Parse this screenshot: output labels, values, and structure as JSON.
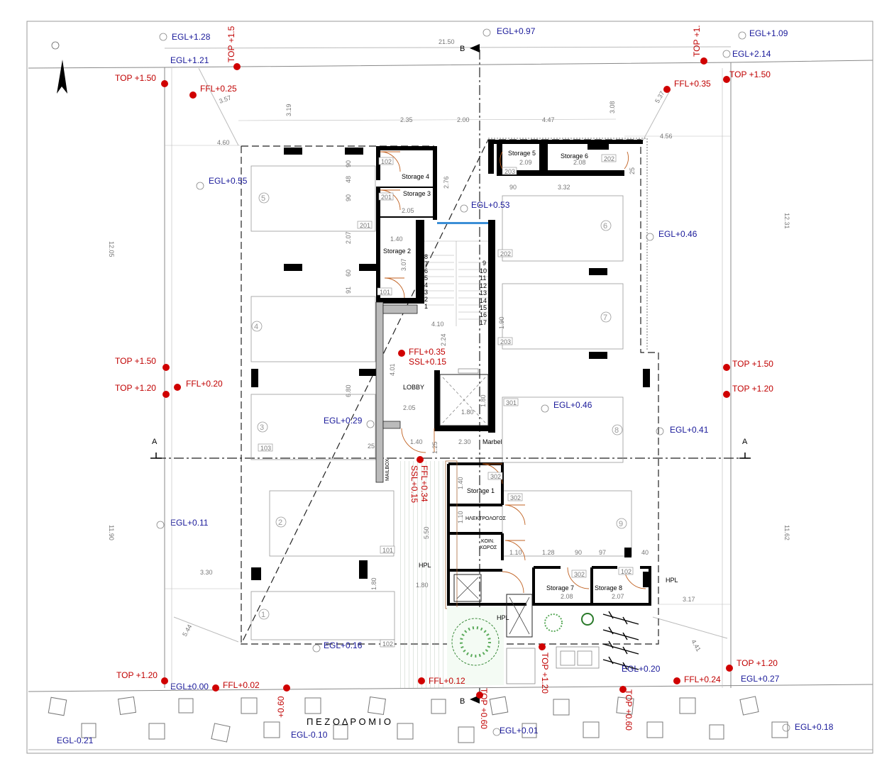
{
  "levels": {
    "egl_tl_top": "EGL+1.28",
    "egl_tl": "EGL+1.21",
    "egl_top_mid": "EGL+0.97",
    "egl_tr_top": "EGL+1.09",
    "egl_tr": "EGL+2.14",
    "egl_left_upper": "EGL+0.55",
    "egl_stair": "EGL+0.53",
    "egl_right_upper": "EGL+0.46",
    "egl_mid_left": "EGL+0.29",
    "egl_mid_right": "EGL+0.46",
    "egl_right_mid": "EGL+0.41",
    "egl_left_lower": "EGL+0.11",
    "egl_bottom_mid": "EGL+0.16",
    "egl_bottom_right": "EGL+0.20",
    "egl_corner_br": "EGL+0.27",
    "egl_bl": "EGL±0.00",
    "egl_sidewalk_l": "EGL-0.21",
    "egl_sidewalk_m": "EGL-0.10",
    "egl_sidewalk_c": "EGL+0.01",
    "egl_sidewalk_r": "EGL+0.18",
    "top_vert_tl": "TOP +1.5",
    "top_vert_tr": "TOP +1.",
    "top_tl": "TOP +1.50",
    "top_tr": "TOP +1.50",
    "top_left_1": "TOP +1.50",
    "top_left_2": "TOP +1.20",
    "top_right_1": "TOP +1.50",
    "top_right_2": "TOP +1.20",
    "top_bl": "TOP +1.20",
    "top_br": "TOP +1.20",
    "top_vert_b1": "TOP +1.20",
    "top_vert_b2": "TOP +0.60",
    "top_vert_b3": "TOP +0.60",
    "ffl_tl": "FFL+0.25",
    "ffl_tr": "FFL+0.35",
    "ffl_left": "FFL+0.20",
    "ffl_lobby": "FFL+0.35",
    "ssl_lobby": "SSL+0.15",
    "ffl_entry": "FFL+0.34",
    "ssl_entry": "SSL+0.15",
    "ffl_b1": "FFL+0.02",
    "ffl_b2": "FFL+0.12",
    "ffl_b3": "FFL+0.24",
    "vert_060": "+0.60"
  },
  "rooms": {
    "storage_1": "Storage 1",
    "storage_2": "Storage 2",
    "storage_3": "Storage 3",
    "storage_4": "Storage 4",
    "storage_5": "Storage 5",
    "storage_6": "Storage 6",
    "storage_7": "Storage 7",
    "storage_8": "Storage 8",
    "lobby": "LOBBY",
    "electrical": "ΗΛΕΚΤΡΟΛΟΓΟΣ",
    "common_1": "ΚΟΙΝ.",
    "common_2": "ΧΩΡΟΣ",
    "marble": "Marbel",
    "hpl_1": "HPL",
    "hpl_2": "HPL",
    "hpl_3": "HPL",
    "mailbox": "MAILBOX"
  },
  "section_marks": {
    "a_left": "A",
    "a_right": "A",
    "b_top": "B",
    "b_bottom": "B"
  },
  "sidewalk": "Π Ε Ζ Ο Δ Ρ Ο Μ Ι Ο",
  "dimensions": {
    "d1": "21.50",
    "d2": "2.35",
    "d3": "2.00",
    "d4": "4.47",
    "d5": "4.60",
    "d6": "4.56",
    "d7": "3.19",
    "d8": "3.57",
    "d9": "3.08",
    "d10": "5.37",
    "d11": "12.05",
    "d12": "12.31",
    "d13": "11.90",
    "d14": "11.62",
    "d15": "3.30",
    "d16": "3.17",
    "d17": "5.44",
    "d18": "4.41",
    "d19": "3.32",
    "d20": "1.40",
    "d21": "2.05",
    "d22": "4.10",
    "d23": "2.05",
    "d24": "1.40",
    "d25": "2.30",
    "d26": "1.80",
    "d27": "1.80",
    "d28": "1.25",
    "d29": "5.50",
    "d30": "1.28",
    "d31": "90",
    "d32": "97",
    "d33": "40",
    "d34": "2.76",
    "d35": "2.07",
    "d36": "3.07",
    "d37": "2.24",
    "d38": "4.01",
    "d39": "6.80",
    "d40": "1.90",
    "d41": "1.10",
    "d42": "1.40",
    "d43": "1.10",
    "d44": "2.08",
    "d45": "2.07",
    "d46": "2.08",
    "d47": "2.09",
    "d48": "25",
    "d49": "25",
    "d50": "90",
    "d51": "48",
    "d52": "90",
    "d53": "60",
    "d54": "91",
    "d55": "1.80",
    "d56": "1.80",
    "d57": "90"
  },
  "door_tags": {
    "t1": "102",
    "t2": "201",
    "t3": "201",
    "t4": "101",
    "t5": "203",
    "t6": "202",
    "t7": "202",
    "t8": "203",
    "t9": "301",
    "t10": "103",
    "t11": "302",
    "t12": "302",
    "t13": "101",
    "t14": "302",
    "t15": "102",
    "t16": "102"
  },
  "stair_steps": {
    "left": [
      "8",
      "7",
      "6",
      "5",
      "4",
      "3",
      "2",
      "1"
    ],
    "right": [
      "9",
      "10",
      "11",
      "12",
      "13",
      "14",
      "15",
      "16",
      "17"
    ]
  },
  "parking": [
    "1",
    "2",
    "3",
    "4",
    "5",
    "6",
    "7",
    "8",
    "9"
  ]
}
